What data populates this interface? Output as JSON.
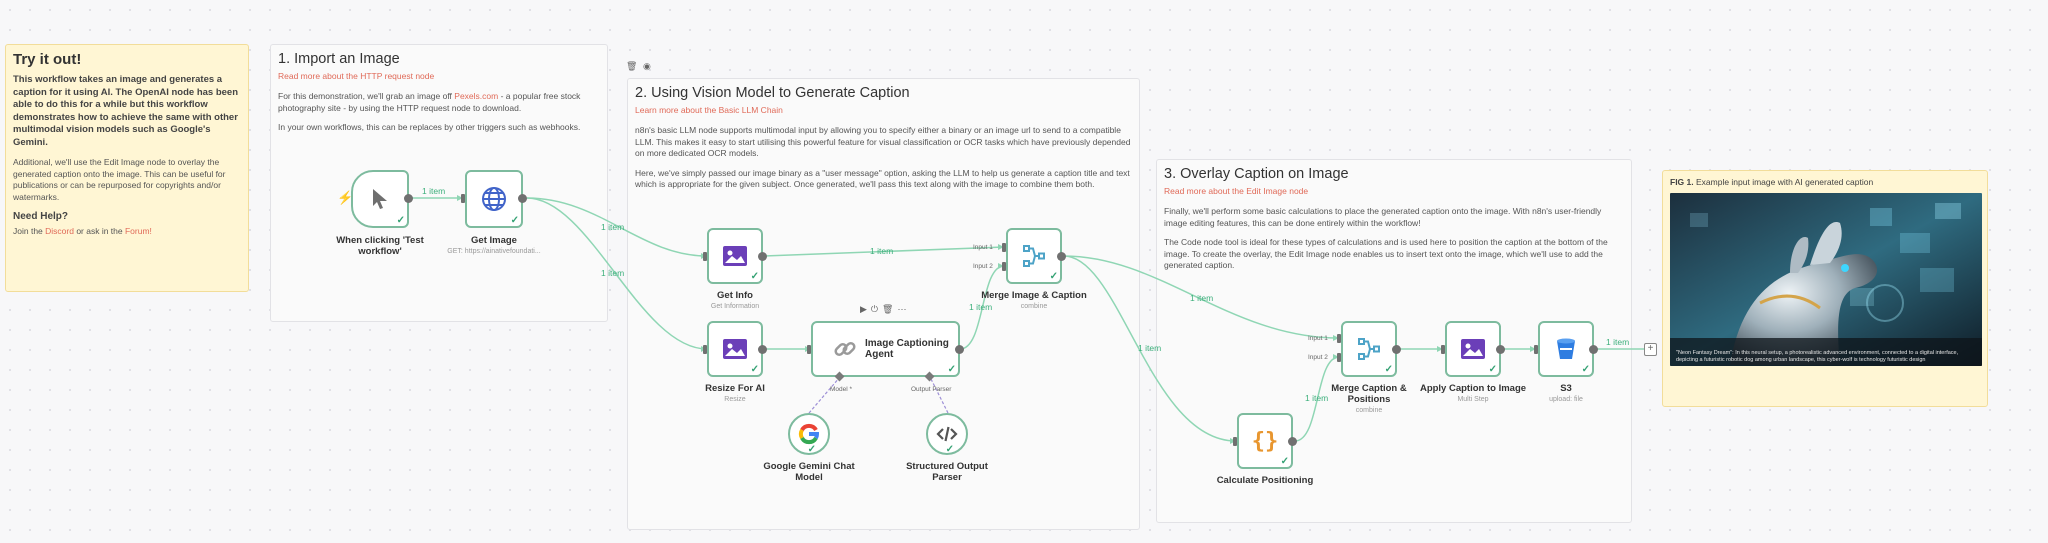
{
  "notes": {
    "try_it": {
      "title": "Try it out!",
      "intro": "This workflow takes an image and generates a caption for it using AI. The OpenAI node has been able to do this for a while but this workflow demonstrates how to achieve the same with other multimodal vision models such as Google's Gemini.",
      "additional": "Additional, we'll use the Edit Image node to overlay the generated caption onto the image. This can be useful for publications or can be repurposed for copyrights and/or watermarks.",
      "help_title": "Need Help?",
      "help_prefix": "Join the ",
      "help_discord": "Discord",
      "help_middle": " or ask in the ",
      "help_forum": "Forum!"
    },
    "import": {
      "title": "1. Import an Image",
      "link": "Read more about the HTTP request node",
      "p1_a": "For this demonstration, we'll grab an image off ",
      "p1_link": "Pexels.com",
      "p1_b": " - a popular free stock photography site - by using the HTTP request node to download.",
      "p2": "In your own workflows, this can be replaces by other triggers such as webhooks."
    },
    "vision": {
      "title": "2. Using Vision Model to Generate Caption",
      "link": "Learn more about the Basic LLM Chain",
      "p1": "n8n's basic LLM node supports multimodal input by allowing you to specify either a binary or an image url to send to a compatible LLM. This makes it easy to start utilising this powerful feature for visual classification or OCR tasks which have previously depended on more dedicated OCR models.",
      "p2": "Here, we've simply passed our image binary as a \"user message\" option, asking the LLM to help us generate a caption title and text which is appropriate for the given subject. Once generated, we'll pass this text along with the image to combine them both."
    },
    "overlay": {
      "title": "3. Overlay Caption on Image",
      "link": "Read more about the Edit Image node",
      "p1": "Finally, we'll perform some basic calculations to place the generated caption onto the image. With n8n's user-friendly image editing features, this can be done entirely within the workflow!",
      "p2": "The Code node tool is ideal for these types of calculations and is used here to position the caption at the bottom of the image. To create the overlay, the Edit Image node enables us to insert text onto the image, which we'll use to add the generated caption."
    },
    "fig": {
      "label": "FIG 1.",
      "caption": " Example input image with AI generated caption",
      "image_caption": "\"Neon Fantasy Dream\": In this neural setup, a photorealistic advanced environment, connected to a digital interface, depicting a futuristic robotic dog among urban landscape, this cyber-wolf is technology futuristic design"
    }
  },
  "nodes": {
    "trigger": {
      "label": "When clicking 'Test workflow'",
      "icon": "cursor-icon"
    },
    "get_image": {
      "label": "Get Image",
      "sub": "GET: https://ainativefoundati...",
      "icon": "globe-icon"
    },
    "get_info": {
      "label": "Get Info",
      "sub": "Get Information",
      "icon": "image-icon"
    },
    "resize": {
      "label": "Resize For AI",
      "sub": "Resize",
      "icon": "image-icon"
    },
    "agent": {
      "label": "Image Captioning Agent",
      "icon": "chain-link-icon",
      "model_handle": "Model *",
      "parser_handle": "Output Parser"
    },
    "gemini": {
      "label": "Google Gemini Chat Model",
      "icon": "google-icon"
    },
    "parser": {
      "label": "Structured Output Parser",
      "icon": "code-icon"
    },
    "merge1": {
      "label": "Merge Image & Caption",
      "sub": "combine",
      "input1": "Input 1",
      "input2": "Input 2",
      "icon": "merge-icon"
    },
    "calc": {
      "label": "Calculate Positioning",
      "icon": "braces-icon"
    },
    "merge2": {
      "label": "Merge Caption & Positions",
      "sub": "combine",
      "input1": "Input 1",
      "input2": "Input 2",
      "icon": "merge-icon"
    },
    "apply": {
      "label": "Apply Caption to Image",
      "sub": "Multi Step",
      "icon": "image-icon"
    },
    "s3": {
      "label": "S3",
      "sub": "upload: file",
      "icon": "bucket-icon"
    }
  },
  "connections": {
    "c1": "1 item",
    "c2": "1 item",
    "c3": "1 item",
    "c4": "1 item",
    "c5": "1 item",
    "c6": "1 item",
    "c7": "1 item",
    "c8": "1 item",
    "c9": "1 item"
  },
  "colors": {
    "node_border": "#7dbb9e",
    "edge": "#8fd6b4",
    "count": "#3caf7b",
    "accent_link": "#e06a58",
    "image_icon": "#6b3fb8",
    "note_yellow": "#fff6d4"
  }
}
